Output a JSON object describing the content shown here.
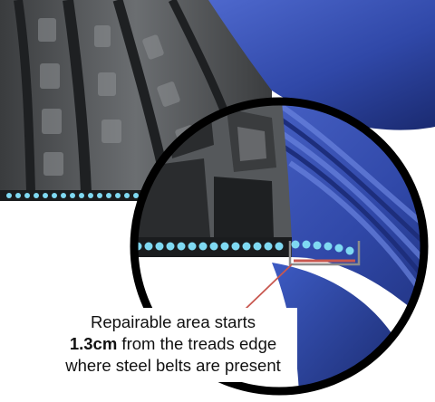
{
  "caption": {
    "line1": "Repairable area starts",
    "line2_bold": "1.3cm",
    "line2_rest": " from the treads edge",
    "line3": "where steel belts are present"
  },
  "colors": {
    "tread_dark": "#2e3032",
    "tread_mid": "#55585b",
    "tread_light": "#8a8d90",
    "sidewall_blue": "#3c56b8",
    "sidewall_deep": "#1e2f7a",
    "steel_belt": "#7fd9f2",
    "marker": "#c8574f",
    "outline": "#000000"
  },
  "icons": [
    "magnifier-lens",
    "steel-belt-dots",
    "repair-zone-bracket",
    "pointer-line"
  ]
}
